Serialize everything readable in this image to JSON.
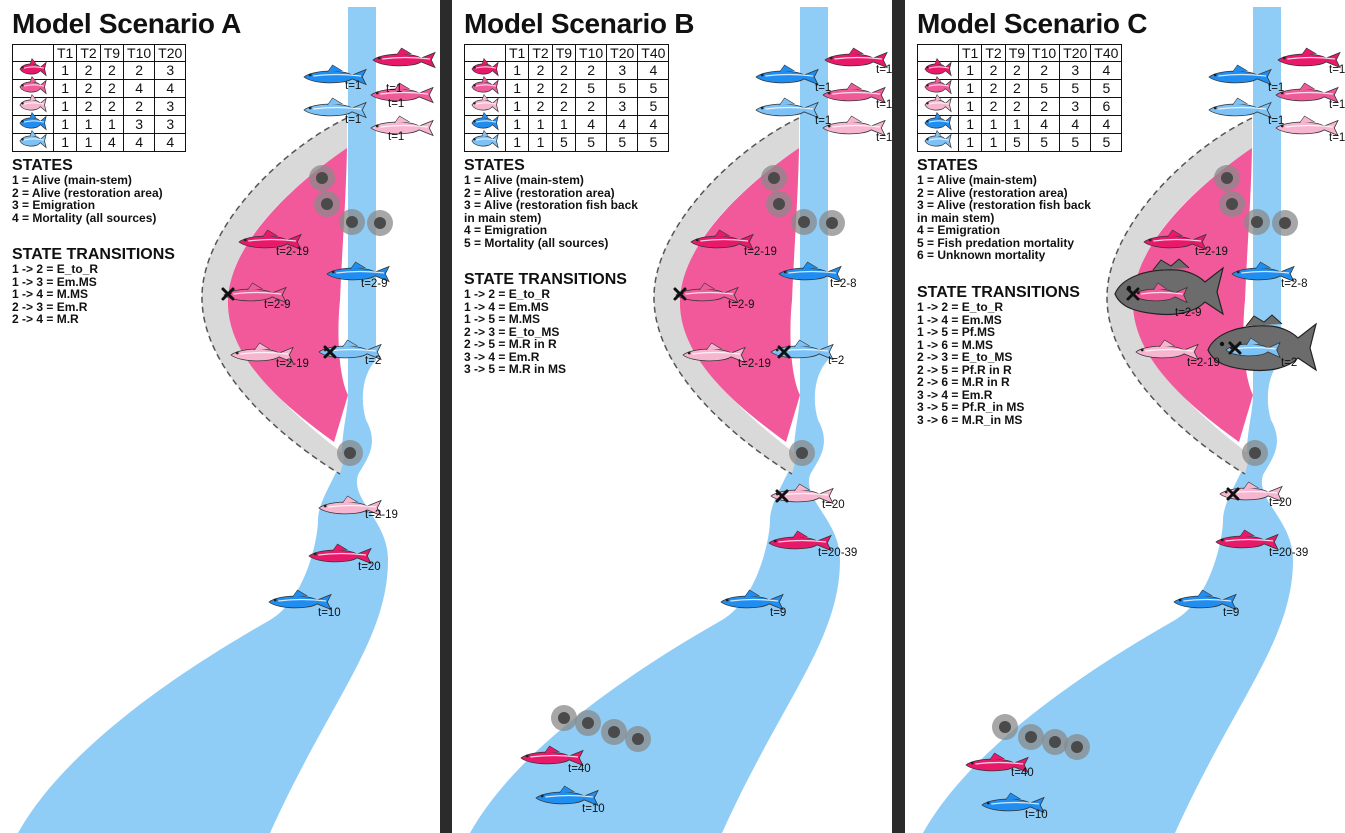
{
  "colors": {
    "background": "#2b2b2b",
    "river": "#8fcdf6",
    "restoration": "#f2599a",
    "gray_zone": "#d9d9d9",
    "fish_dark_pink": "#e8196b",
    "fish_mid_pink": "#ee5b98",
    "fish_light_pink": "#f7b6cf",
    "fish_blue": "#1f8ef0",
    "fish_light_blue": "#7cc2f6",
    "receiver": "#4a4a4a",
    "predator": "#6c6c6c"
  },
  "icons": {
    "fish": "fish-icon",
    "receiver": "receiver-icon",
    "mortality": "x-mark-icon",
    "predator": "predator-fish-icon"
  },
  "panels": [
    {
      "title": "Model Scenario A",
      "table": {
        "headers": [
          "T1",
          "T2",
          "T9",
          "T10",
          "T20"
        ],
        "rows": [
          {
            "swatch": "fish_dark_pink",
            "values": [
              "1",
              "2",
              "2",
              "2",
              "3"
            ]
          },
          {
            "swatch": "fish_mid_pink",
            "values": [
              "1",
              "2",
              "2",
              "4",
              "4"
            ]
          },
          {
            "swatch": "fish_light_pink",
            "values": [
              "1",
              "2",
              "2",
              "2",
              "3"
            ]
          },
          {
            "swatch": "fish_blue",
            "values": [
              "1",
              "1",
              "1",
              "3",
              "3"
            ]
          },
          {
            "swatch": "fish_light_blue",
            "values": [
              "1",
              "1",
              "4",
              "4",
              "4"
            ]
          }
        ]
      },
      "states_title": "STATES",
      "states": [
        "1 = Alive (main-stem)",
        "2 = Alive (restoration area)",
        "3 = Emigration",
        "4 = Mortality (all sources)"
      ],
      "transitions_title": "STATE TRANSITIONS",
      "transitions": [
        "1 -> 2 = E_to_R",
        "1 -> 3 = Em.MS",
        "1 -> 4 = M.MS",
        "2 -> 3 = Em.R",
        "2 -> 4 = M.R"
      ],
      "labels": [
        "t=1",
        "t=1",
        "t=1",
        "t=1",
        "t=1",
        "t=2-19",
        "t=2-9",
        "t=2-9",
        "t=2-19",
        "t=2",
        "t=2-19",
        "t=20",
        "t=10"
      ]
    },
    {
      "title": "Model Scenario B",
      "table": {
        "headers": [
          "T1",
          "T2",
          "T9",
          "T10",
          "T20",
          "T40"
        ],
        "rows": [
          {
            "swatch": "fish_dark_pink",
            "values": [
              "1",
              "2",
              "2",
              "2",
              "3",
              "4"
            ]
          },
          {
            "swatch": "fish_mid_pink",
            "values": [
              "1",
              "2",
              "2",
              "5",
              "5",
              "5"
            ]
          },
          {
            "swatch": "fish_light_pink",
            "values": [
              "1",
              "2",
              "2",
              "2",
              "3",
              "5"
            ]
          },
          {
            "swatch": "fish_blue",
            "values": [
              "1",
              "1",
              "1",
              "4",
              "4",
              "4"
            ]
          },
          {
            "swatch": "fish_light_blue",
            "values": [
              "1",
              "1",
              "5",
              "5",
              "5",
              "5"
            ]
          }
        ]
      },
      "states_title": "STATES",
      "states": [
        "1 = Alive (main-stem)",
        "2 = Alive (restoration area)",
        "3 = Alive (restoration fish back",
        "in main stem)",
        "4 = Emigration",
        "5 = Mortality (all sources)"
      ],
      "transitions_title": "STATE TRANSITIONS",
      "transitions": [
        "1 -> 2 = E_to_R",
        "1 -> 4 = Em.MS",
        "1 -> 5 = M.MS",
        "2 -> 3 = E_to_MS",
        "2 -> 5 = M.R in R",
        "3 -> 4 = Em.R",
        "3 -> 5 = M.R in MS"
      ],
      "labels": [
        "t=1",
        "t=1",
        "t=1",
        "t=1",
        "t=1",
        "t=2-19",
        "t=2-8",
        "t=2-9",
        "t=2-19",
        "t=2",
        "t=20",
        "t=20-39",
        "t=9",
        "t=40",
        "t=10"
      ]
    },
    {
      "title": "Model Scenario C",
      "table": {
        "headers": [
          "T1",
          "T2",
          "T9",
          "T10",
          "T20",
          "T40"
        ],
        "rows": [
          {
            "swatch": "fish_dark_pink",
            "values": [
              "1",
              "2",
              "2",
              "2",
              "3",
              "4"
            ]
          },
          {
            "swatch": "fish_mid_pink",
            "values": [
              "1",
              "2",
              "2",
              "5",
              "5",
              "5"
            ]
          },
          {
            "swatch": "fish_light_pink",
            "values": [
              "1",
              "2",
              "2",
              "2",
              "3",
              "6"
            ]
          },
          {
            "swatch": "fish_blue",
            "values": [
              "1",
              "1",
              "1",
              "4",
              "4",
              "4"
            ]
          },
          {
            "swatch": "fish_light_blue",
            "values": [
              "1",
              "1",
              "5",
              "5",
              "5",
              "5"
            ]
          }
        ]
      },
      "states_title": "STATES",
      "states": [
        "1 = Alive (main-stem)",
        "2 = Alive (restoration area)",
        "3 = Alive (restoration fish back",
        "in main stem)",
        "4 = Emigration",
        "5 = Fish predation mortality",
        "6 = Unknown mortality"
      ],
      "transitions_title": "STATE TRANSITIONS",
      "transitions": [
        "1 -> 2 = E_to_R",
        "1 -> 4 = Em.MS",
        "1 -> 5 = Pf.MS",
        "1 -> 6 = M.MS",
        "2 -> 3 = E_to_MS",
        "2 -> 5 = Pf.R in R",
        "2 -> 6 = M.R in R",
        "3 -> 4 = Em.R",
        "3 -> 5 = Pf.R_in MS",
        "3 -> 6 = M.R_in MS"
      ],
      "labels": [
        "t=1",
        "t=1",
        "t=1",
        "t=1",
        "t=1",
        "t=2-19",
        "t=2-8",
        "t=2-9",
        "t=2-19",
        "t=2",
        "t=20",
        "t=20-39",
        "t=9",
        "t=40",
        "t=10"
      ]
    }
  ]
}
